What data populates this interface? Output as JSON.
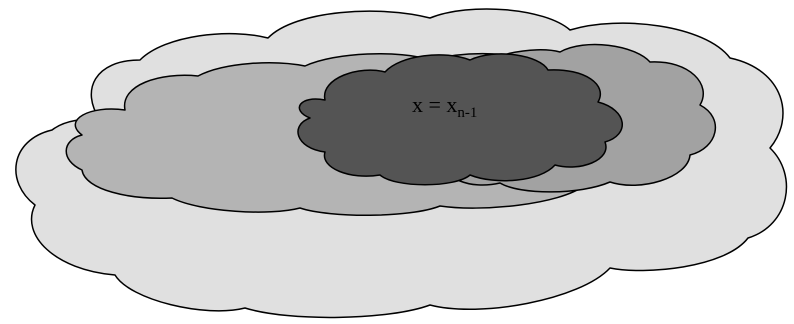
{
  "diagram": {
    "label": {
      "base": "x = x",
      "subscript": "n-1"
    },
    "regions": [
      {
        "name": "outer-cloud",
        "fill": "#e0e0e0"
      },
      {
        "name": "middle-cloud",
        "fill": "#b4b4b4"
      },
      {
        "name": "right-cloud",
        "fill": "#a2a2a2"
      },
      {
        "name": "inner-cloud",
        "fill": "#545454"
      }
    ]
  }
}
